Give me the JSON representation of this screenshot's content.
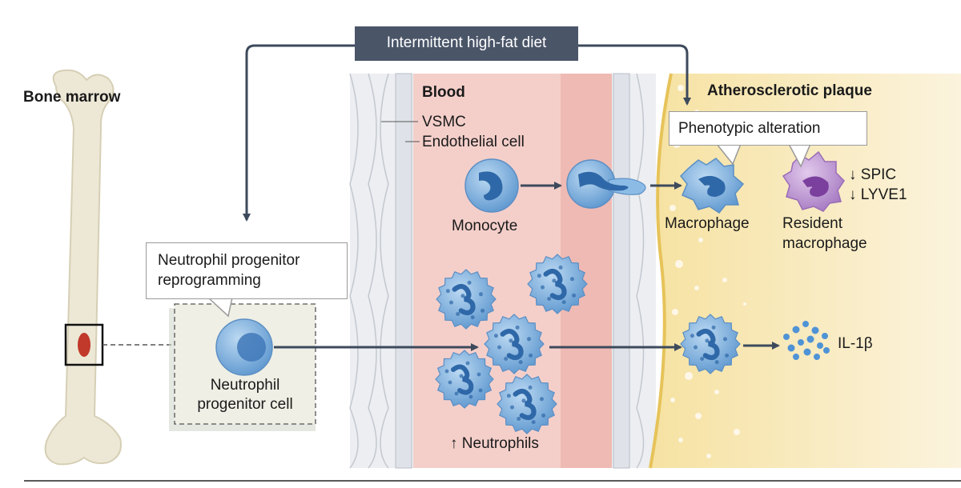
{
  "diet_banner": "Intermittent high-fat diet",
  "labels": {
    "bone_marrow": "Bone marrow",
    "blood": "Blood",
    "plaque": "Atherosclerotic plaque",
    "vsmc": "VSMC",
    "endothelial": "Endothelial cell",
    "monocyte": "Monocyte",
    "macrophage": "Macrophage",
    "resident_line1": "Resident",
    "resident_line2": "macrophage",
    "spic": "↓ SPIC",
    "lyve1": "↓ LYVE1",
    "phenotypic": "Phenotypic alteration",
    "reprog_line1": "Neutrophil progenitor",
    "reprog_line2": "reprogramming",
    "progenitor_line1": "Neutrophil",
    "progenitor_line2": "progenitor cell",
    "neutrophils": "↑ Neutrophils",
    "il1b": "IL-1β"
  },
  "colors": {
    "banner": "#4a5568",
    "arrow": "#3d4a5c",
    "blood": "#f2c3bd",
    "plaque": "#f5df9e",
    "cell_blue": "#6fa8dc",
    "resident_purple": "#b98fcf"
  }
}
